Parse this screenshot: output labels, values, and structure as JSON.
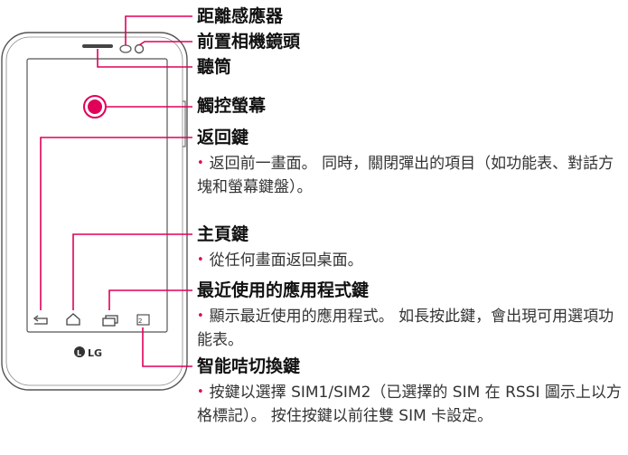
{
  "callouts": {
    "proximity_sensor": "距離感應器",
    "front_camera": "前置相機鏡頭",
    "earpiece": "聽筒",
    "touch_screen": "觸控螢幕",
    "back_key": "返回鍵",
    "home_key": "主頁鍵",
    "recent_apps_key": "最近使用的應用程式鍵",
    "dual_sim_key": "智能咭切換鍵"
  },
  "descriptions": {
    "back_key": "返回前一畫面。 同時，關閉彈出的項目（如功能表、對話方塊和螢幕鍵盤）。",
    "home_key": "從任何畫面返回桌面。",
    "recent_apps_key": "顯示最近使用的應用程式。 如長按此鍵，會出現可用選項功能表。",
    "dual_sim_key": "按鍵以選擇 SIM1/SIM2（已選擇的 SIM 在 RSSI 圖示上以方格標記）。 按住按鍵以前往雙 SIM 卡設定。"
  },
  "phone": {
    "brand": "LG"
  },
  "colors": {
    "callout_line": "#e0005a",
    "phone_outline": "#555555"
  },
  "icons": [
    "back-icon",
    "home-icon",
    "recent-apps-icon",
    "dual-sim-icon",
    "lg-logo-icon"
  ]
}
